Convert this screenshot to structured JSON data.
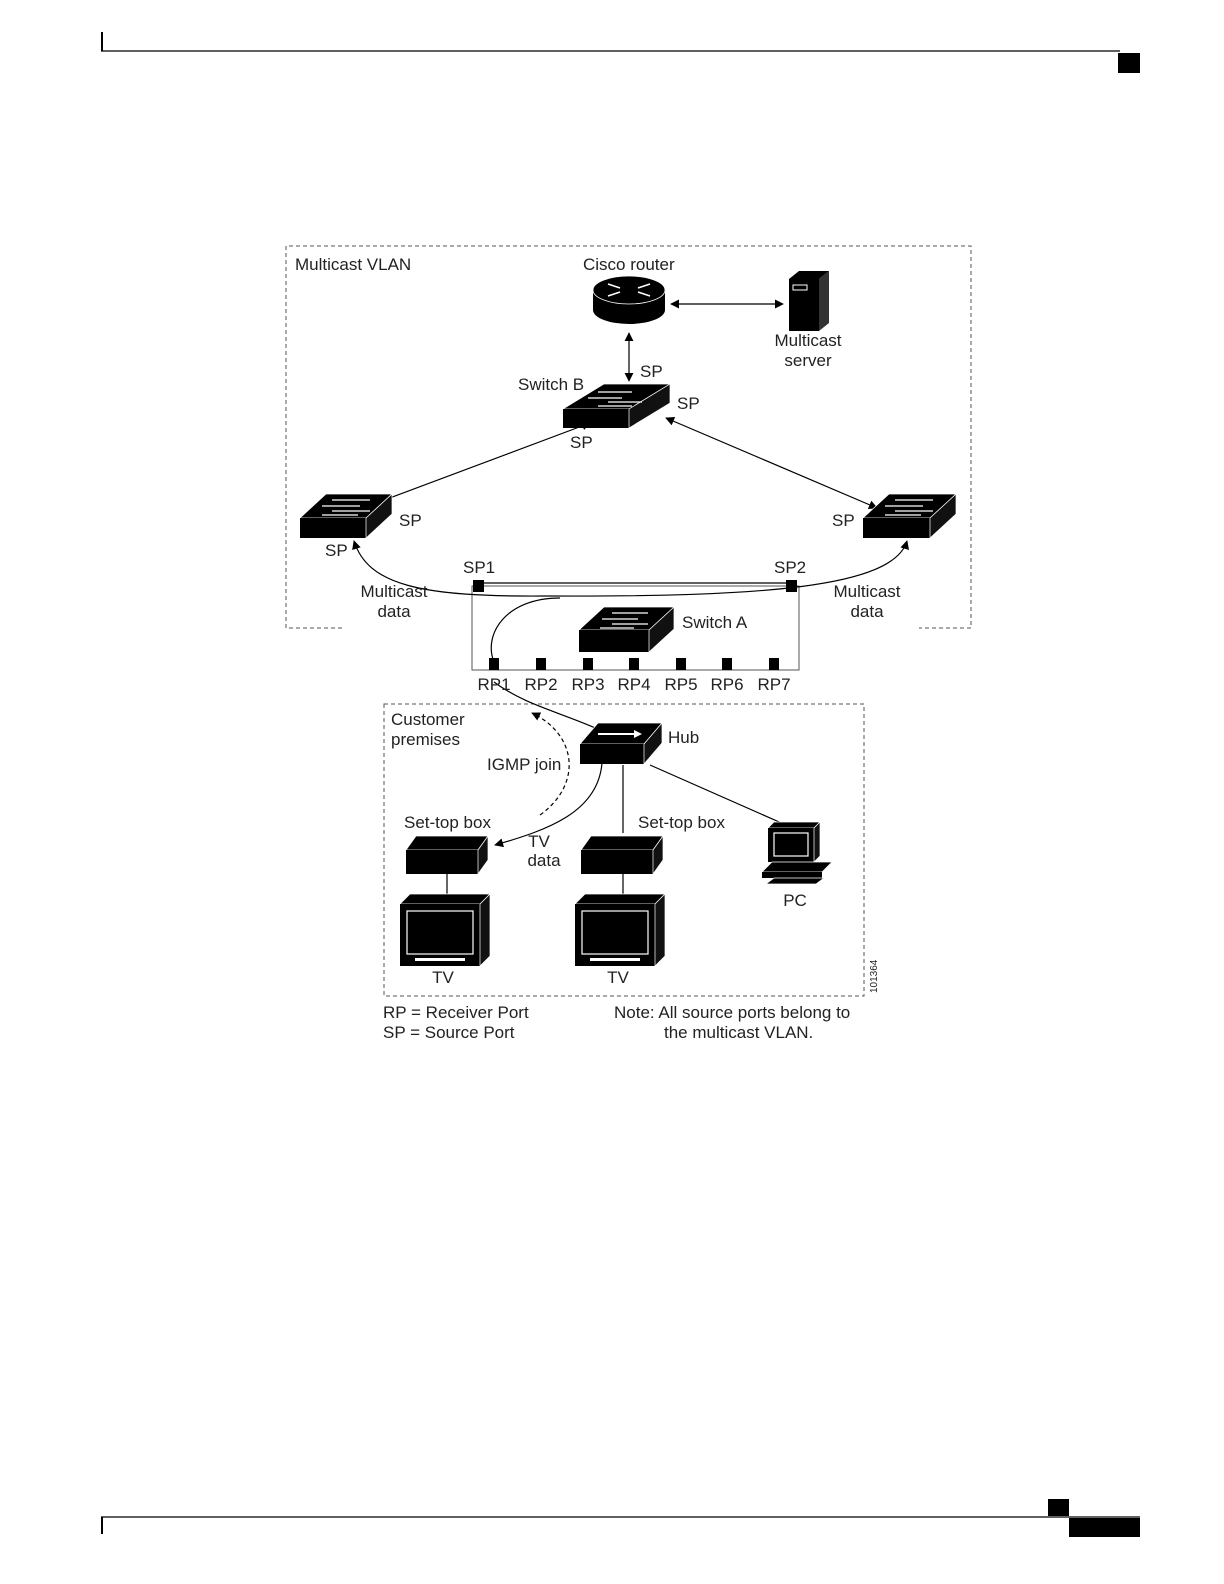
{
  "colors": {
    "ink": "#000000",
    "text": "#222222",
    "frame": "#555555",
    "paper": "#ffffff"
  },
  "labels": {
    "multicast_vlan": "Multicast VLAN",
    "cisco_router": "Cisco router",
    "multicast_server_line1": "Multicast",
    "multicast_server_line2": "server",
    "switch_b": "Switch B",
    "sp_top": "SP",
    "sp_right": "SP",
    "sp_bottom": "SP",
    "left_switch_sp_right": "SP",
    "left_switch_sp_bottom": "SP",
    "right_switch_sp": "SP",
    "sp1": "SP1",
    "sp2": "SP2",
    "left_multicast_data_line1": "Multicast",
    "left_multicast_data_line2": "data",
    "right_multicast_data_line1": "Multicast",
    "right_multicast_data_line2": "data",
    "switch_a": "Switch A",
    "receiver_ports": [
      "RP1",
      "RP2",
      "RP3",
      "RP4",
      "RP5",
      "RP6",
      "RP7"
    ],
    "customer_premises_line1": "Customer",
    "customer_premises_line2": "premises",
    "hub": "Hub",
    "igmp_join": "IGMP join",
    "set_top_box_left": "Set-top box",
    "set_top_box_right": "Set-top box",
    "tv_data_line1": "TV",
    "tv_data_line2": "data",
    "pc": "PC",
    "tv_left": "TV",
    "tv_right": "TV",
    "figure_id": "101364"
  },
  "legend": {
    "rp": "RP = Receiver Port",
    "sp": "SP = Source Port"
  },
  "note": {
    "line1": "Note: All source ports belong to",
    "line2": "the multicast VLAN."
  }
}
